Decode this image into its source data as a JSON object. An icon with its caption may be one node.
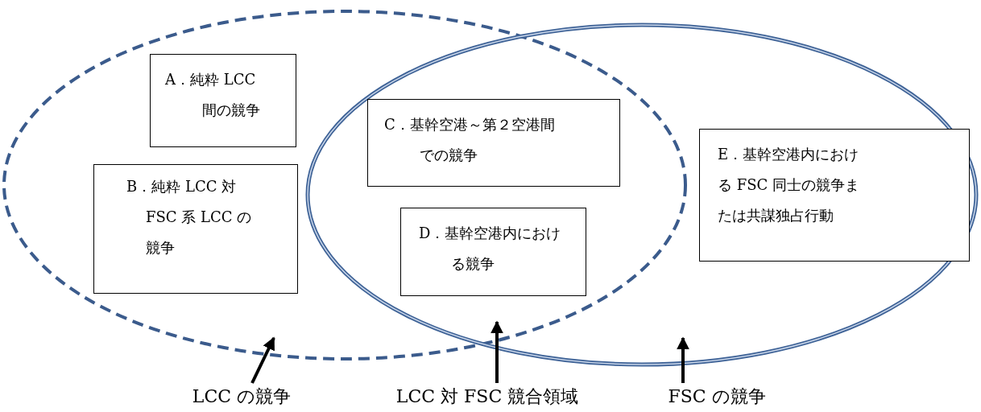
{
  "diagram": {
    "nodes": [
      {
        "text": [],
        "shape": "ellipse"
      },
      {
        "text": [],
        "shape": "ellipse"
      },
      {
        "text": [
          "A．純粋 LCC間の競争"
        ],
        "in": 0
      },
      {
        "text": [
          "B．純粋 LCC 対 FSC 系 LCC の競争"
        ],
        "in": 0
      },
      {
        "text": [
          "C．基幹空港～第２空港間での競争"
        ]
      },
      {
        "text": [
          "D．基幹空港内における競争"
        ]
      },
      {
        "text": [
          "E．基幹空港内における FSC 同士の競争または共謀独占行動"
        ],
        "in": 1
      },
      {
        "text": [
          "LCC の競争"
        ]
      },
      {
        "text": [
          "LCC 対 FSC 競合領域"
        ]
      },
      {
        "text": [
          "FSC の競争"
        ]
      }
    ],
    "edges": [
      {
        "from": 7,
        "to": 0,
        "arrow": "to"
      },
      {
        "from": 8,
        "to": 0,
        "arrow": "to"
      },
      {
        "from": 9,
        "to": 1,
        "arrow": "to"
      }
    ]
  }
}
